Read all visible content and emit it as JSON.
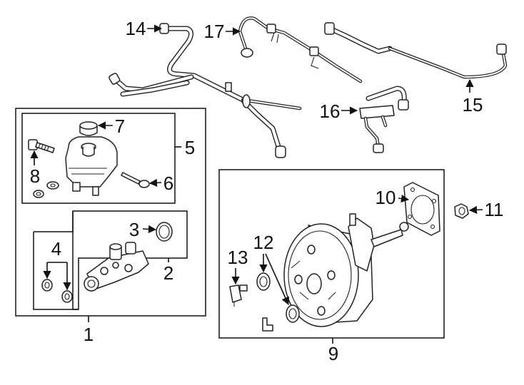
{
  "callouts": {
    "c1": "1",
    "c2": "2",
    "c3": "3",
    "c4": "4",
    "c5": "5",
    "c6": "6",
    "c7": "7",
    "c8": "8",
    "c9": "9",
    "c10": "10",
    "c11": "11",
    "c12": "12",
    "c13": "13",
    "c14": "14",
    "c15": "15",
    "c16": "16",
    "c17": "17"
  },
  "colors": {
    "line": "#111111",
    "background": "#ffffff"
  }
}
